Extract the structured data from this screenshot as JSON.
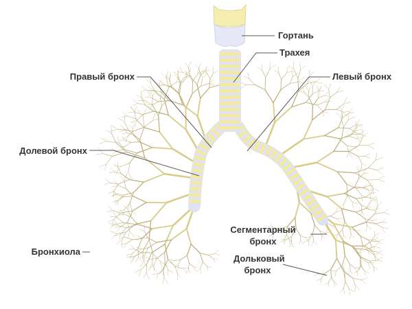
{
  "labels": {
    "larynx": "Гортань",
    "trachea": "Трахея",
    "right_bronchus": "Правый бронх",
    "left_bronchus": "Левый бронх",
    "lobar_bronchus": "Долевой бронх",
    "segmental_bronchus_1": "Сегментарный",
    "segmental_bronchus_2": "бронх",
    "bronchiole": "Бронхиола",
    "lobular_bronchus_1": "Дольковый",
    "lobular_bronchus_2": "бронх"
  },
  "colors": {
    "cartilage": "#f3e9a0",
    "membrane": "#dfe2f2",
    "branches": "#bfae7a",
    "leader_lines": "#555555",
    "text": "#333333"
  }
}
